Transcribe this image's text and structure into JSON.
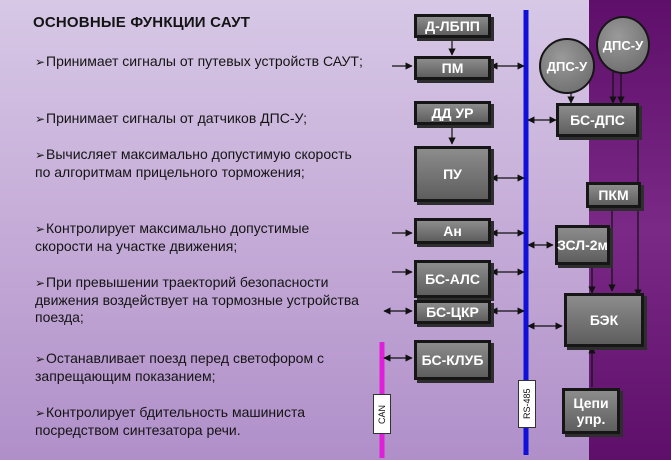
{
  "title": "ОСНОВНЫЕ ФУНКЦИИ САУТ",
  "bullet_marker": "➢",
  "bullets": [
    "Принимает сигналы от путевых устройств САУТ;",
    "Принимает сигналы от датчиков ДПС-У;",
    "Вычисляет максимально допустимую скорость по алгоритмам прицельного торможения;",
    "Контролирует максимально допустимые скорости на участке  движения;",
    "При превышении траекторий безопасности движения воздействует на тормозные устройства поезда;",
    "Останавливает поезд перед светофором с запрещающим показанием;",
    "Контролирует бдительность машиниста посредством синтезатора речи."
  ],
  "blocks": {
    "d_lbpp": "Д-ЛБПП",
    "pm": "ПМ",
    "dd_ur": "ДД УР",
    "pu": "ПУ",
    "an": "Ан",
    "bs_als": "БС-АЛС",
    "bs_tskr": "БС-ЦКР",
    "bs_klub": "БС-КЛУБ",
    "dps_u_1": "ДПС-У",
    "dps_u_2": "ДПС-У",
    "bs_dps": "БС-ДПС",
    "pkm": "ПКМ",
    "zsl_2m": "ЗСЛ-2м",
    "bek": "БЭК",
    "tsepi_upr": "Цепи упр."
  },
  "buses": {
    "can": "CAN",
    "rs485": "RS-485"
  },
  "colors": {
    "background": "#c3a9d6",
    "side_panel": "#6a1a76",
    "rs485_bus": "#1010d8",
    "can_bus": "#e020d8",
    "block_fill": "#7a7a7a",
    "block_text": "#ffffff"
  }
}
